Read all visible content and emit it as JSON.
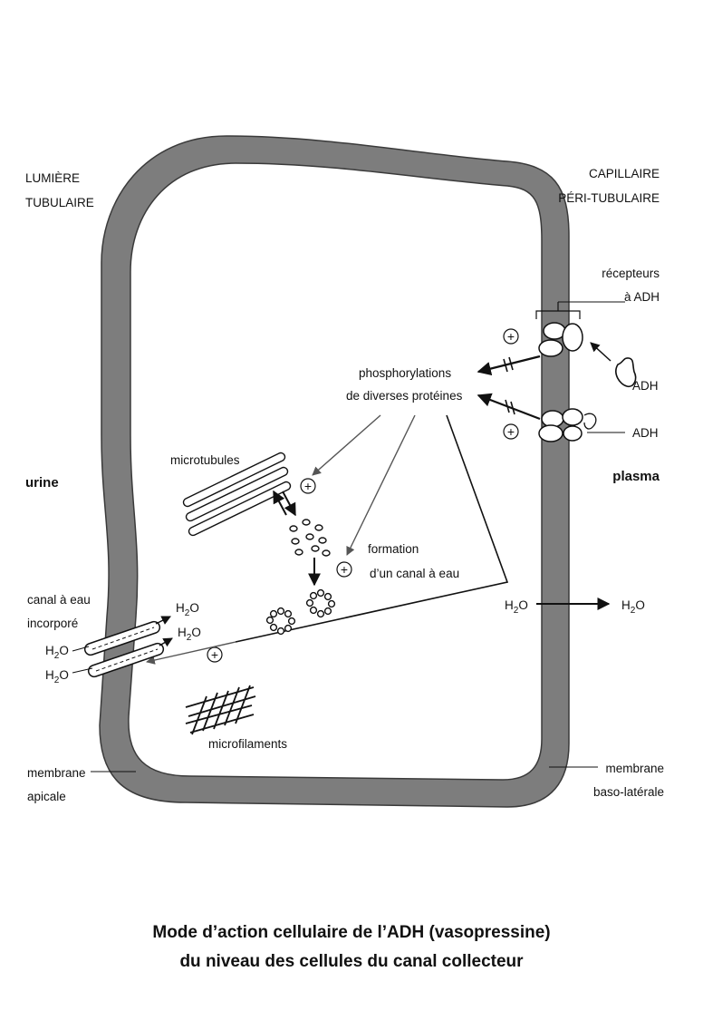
{
  "labels": {
    "lumiere_line1": "LUMIÈRE",
    "lumiere_line2": "TUBULAIRE",
    "capillaire_line1": "CAPILLAIRE",
    "capillaire_line2": "PÉRI-TUBULAIRE",
    "recepteurs_line1": "récepteurs",
    "recepteurs_line2": "à ADH",
    "adh_top": "ADH",
    "adh_bottom": "ADH",
    "phospho_line1": "phosphorylations",
    "phospho_line2": "de diverses protéines",
    "microtubules": "microtubules",
    "urine": "urine",
    "plasma": "plasma",
    "formation_line1": "formation",
    "formation_line2": "d’un canal à eau",
    "canal_line1": "canal à eau",
    "canal_line2": "incorporé",
    "water_sym": "H",
    "water_sub": "2",
    "water_end": "O",
    "microfilaments": "microfilaments",
    "membrane_apicale_line1": "membrane",
    "membrane_apicale_line2": "apicale",
    "membrane_baso_line1": "membrane",
    "membrane_baso_line2": "baso-latérale",
    "plus": "+"
  },
  "caption": {
    "line1": "Mode d’action cellulaire de l’ADH  (vasopressine)",
    "line2": "du niveau des cellules du canal  collecteur"
  },
  "colors": {
    "membrane": "#7d7d7d",
    "membrane_edge": "#3a3a3a",
    "ink": "#111111",
    "arrow_grey": "#555555"
  }
}
